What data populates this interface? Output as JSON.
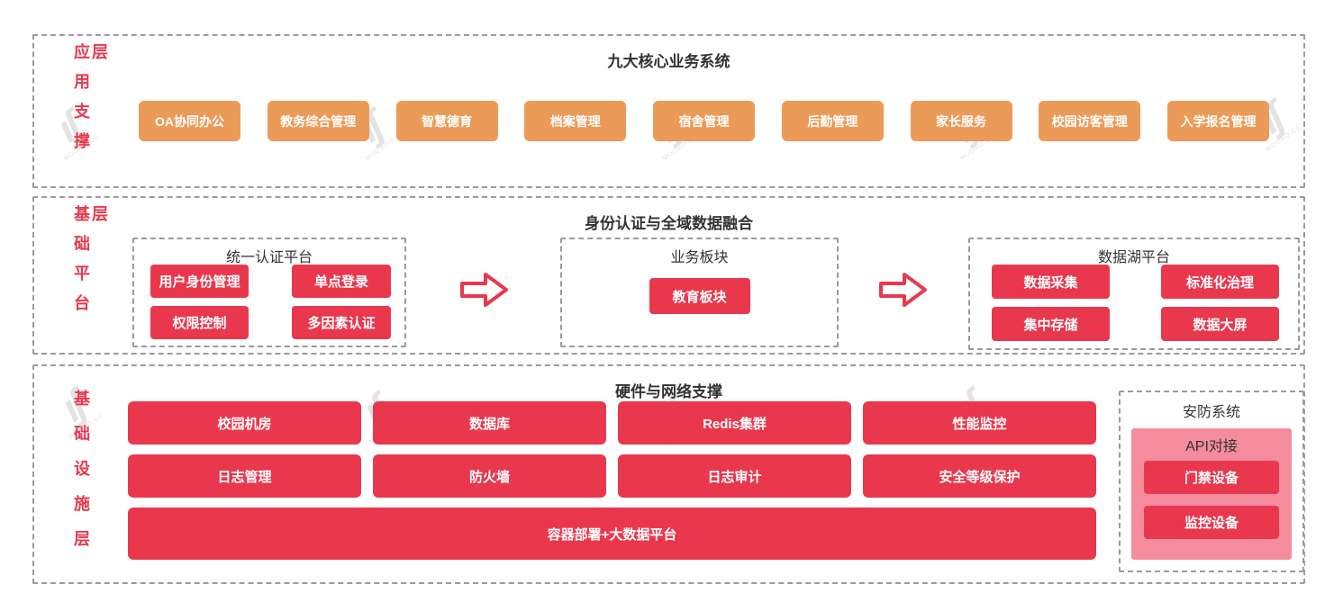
{
  "colors": {
    "red": "#e9384e",
    "orange": "#ec9a57",
    "pink_panel": "#f48c9d",
    "dashed_border": "#9b9b9b",
    "title_text": "#333333"
  },
  "watermark": {
    "glyph": "ıʃ",
    "text": "MODAO.CC"
  },
  "layers": {
    "app": {
      "label": "应用支撑层",
      "title": "九大核心业务系统",
      "items": [
        "OA协同办公",
        "教务综合管理",
        "智慧德育",
        "档案管理",
        "宿舍管理",
        "后勤管理",
        "家长服务",
        "校园访客管理",
        "入学报名管理"
      ]
    },
    "platform": {
      "label": "基础平台层",
      "title": "身份认证与全域数据融合",
      "auth": {
        "title": "统一认证平台",
        "items": [
          "用户身份管理",
          "单点登录",
          "权限控制",
          "多因素认证"
        ]
      },
      "biz": {
        "title": "业务板块",
        "item": "教育板块"
      },
      "lake": {
        "title": "数据湖平台",
        "items": [
          "数据采集",
          "标准化治理",
          "集中存储",
          "数据大屏"
        ]
      }
    },
    "infra": {
      "label": "基础设施层",
      "title": "硬件与网络支撑",
      "grid": [
        "校园机房",
        "数据库",
        "Redis集群",
        "性能监控",
        "日志管理",
        "防火墙",
        "日志审计",
        "安全等级保护"
      ],
      "wide": "容器部署+大数据平台",
      "security": {
        "title": "安防系统",
        "panel_title": "API对接",
        "items": [
          "门禁设备",
          "监控设备"
        ]
      }
    }
  }
}
